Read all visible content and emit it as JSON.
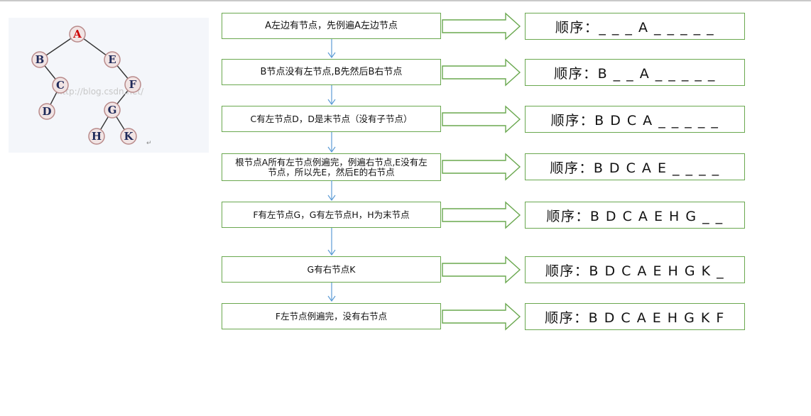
{
  "tree": {
    "nodes": [
      "A",
      "B",
      "C",
      "D",
      "E",
      "F",
      "G",
      "H",
      "K"
    ],
    "watermark": "http://blog.csdn.net/"
  },
  "steps": [
    {
      "text": "A左边有节点，先例遍A左边节点",
      "result": "顺序：_ _ _ A _ _ _ _ _"
    },
    {
      "text": "B节点没有左节点,B先然后B右节点",
      "result": "顺序：B _ _ A _ _ _ _ _"
    },
    {
      "text": "C有左节点D，D是末节点（没有子节点）",
      "result": "顺序：B D C A _ _ _ _ _"
    },
    {
      "text": "根节点A所有左节点例遍完，例遍右节点,E没有左节点，所以先E，然后E的右节点",
      "result": "顺序：B D C A E _ _ _ _"
    },
    {
      "text": "F有左节点G，G有左节点H，H为末节点",
      "result": "顺序：B D C A E H G _ _"
    },
    {
      "text": "G有右节点K",
      "result": "顺序：B D C A E H G K _"
    },
    {
      "text": "F左节点例遍完，没有右节点",
      "result": "顺序：B D C A E H G K F"
    }
  ],
  "colors": {
    "box_border": "#6aa84f",
    "connector": "#5b9bd5",
    "root_text": "#cc0000",
    "node_text": "#1f2a5a",
    "node_fill": "#f1e4e4",
    "node_stroke": "#b98a8a"
  }
}
